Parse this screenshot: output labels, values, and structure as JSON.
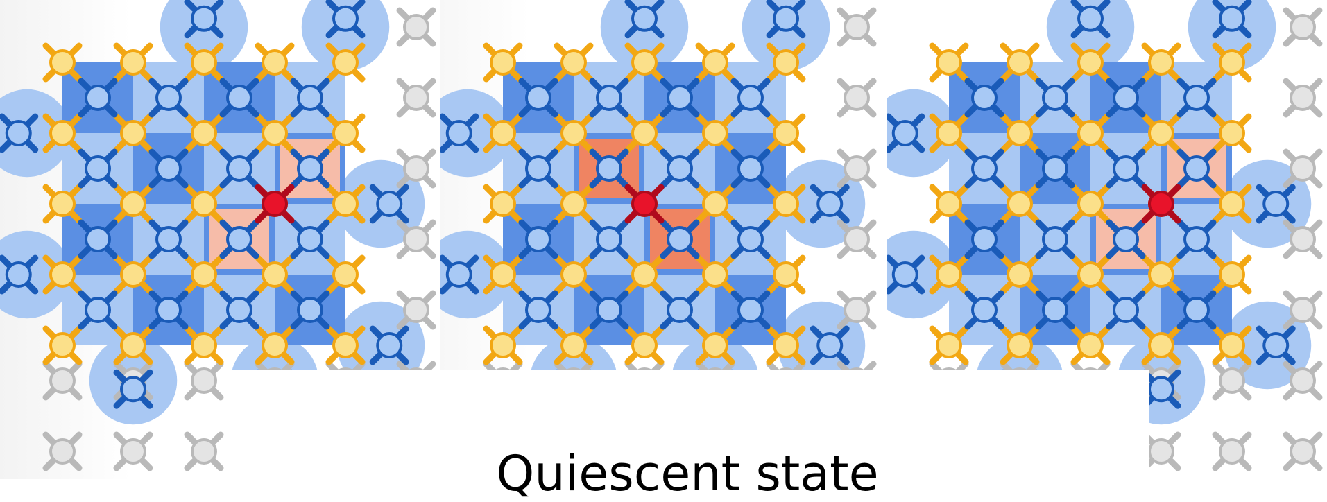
{
  "caption": "Quiescent state",
  "colors": {
    "patch_dark": "#5b8fe3",
    "patch_light": "#a9c8f3",
    "data_qubit_fill": "#a8c9f5",
    "data_qubit_arm": "#1a5bb8",
    "measure_qubit_fill": "#fbe08a",
    "measure_qubit_arm": "#f2a713",
    "inactive_qubit_fill": "#e4e4e4",
    "inactive_qubit_arm": "#b9b9b9",
    "error_qubit_fill": "#e8132a",
    "error_qubit_arm": "#b00a1d",
    "syndrome_light": "#f6bca9",
    "syndrome_strong": "#ef8462"
  },
  "panels": [
    {
      "name": "panel-left",
      "error_plaquettes": "light",
      "highlight_shape": "anti-diagonal"
    },
    {
      "name": "panel-middle",
      "error_plaquettes": "strong",
      "highlight_shape": "diagonal"
    },
    {
      "name": "panel-right",
      "error_plaquettes": "light",
      "highlight_shape": "anti-diagonal"
    }
  ]
}
